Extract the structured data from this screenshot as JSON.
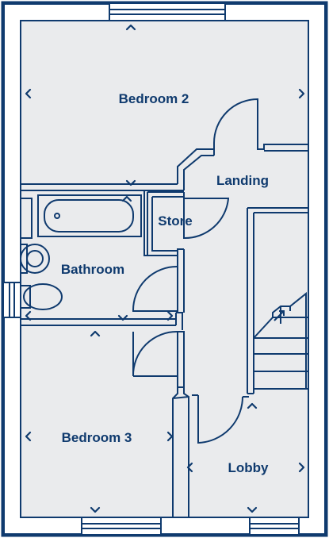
{
  "plan": {
    "rooms": {
      "bedroom2": "Bedroom 2",
      "landing": "Landing",
      "store": "Store",
      "bathroom": "Bathroom",
      "bedroom3": "Bedroom 3",
      "lobby": "Lobby"
    },
    "colors": {
      "wall": "#0f3a6e",
      "floor": "#eaebed",
      "outside": "#ffffff",
      "text": "#0f3a6e"
    }
  }
}
